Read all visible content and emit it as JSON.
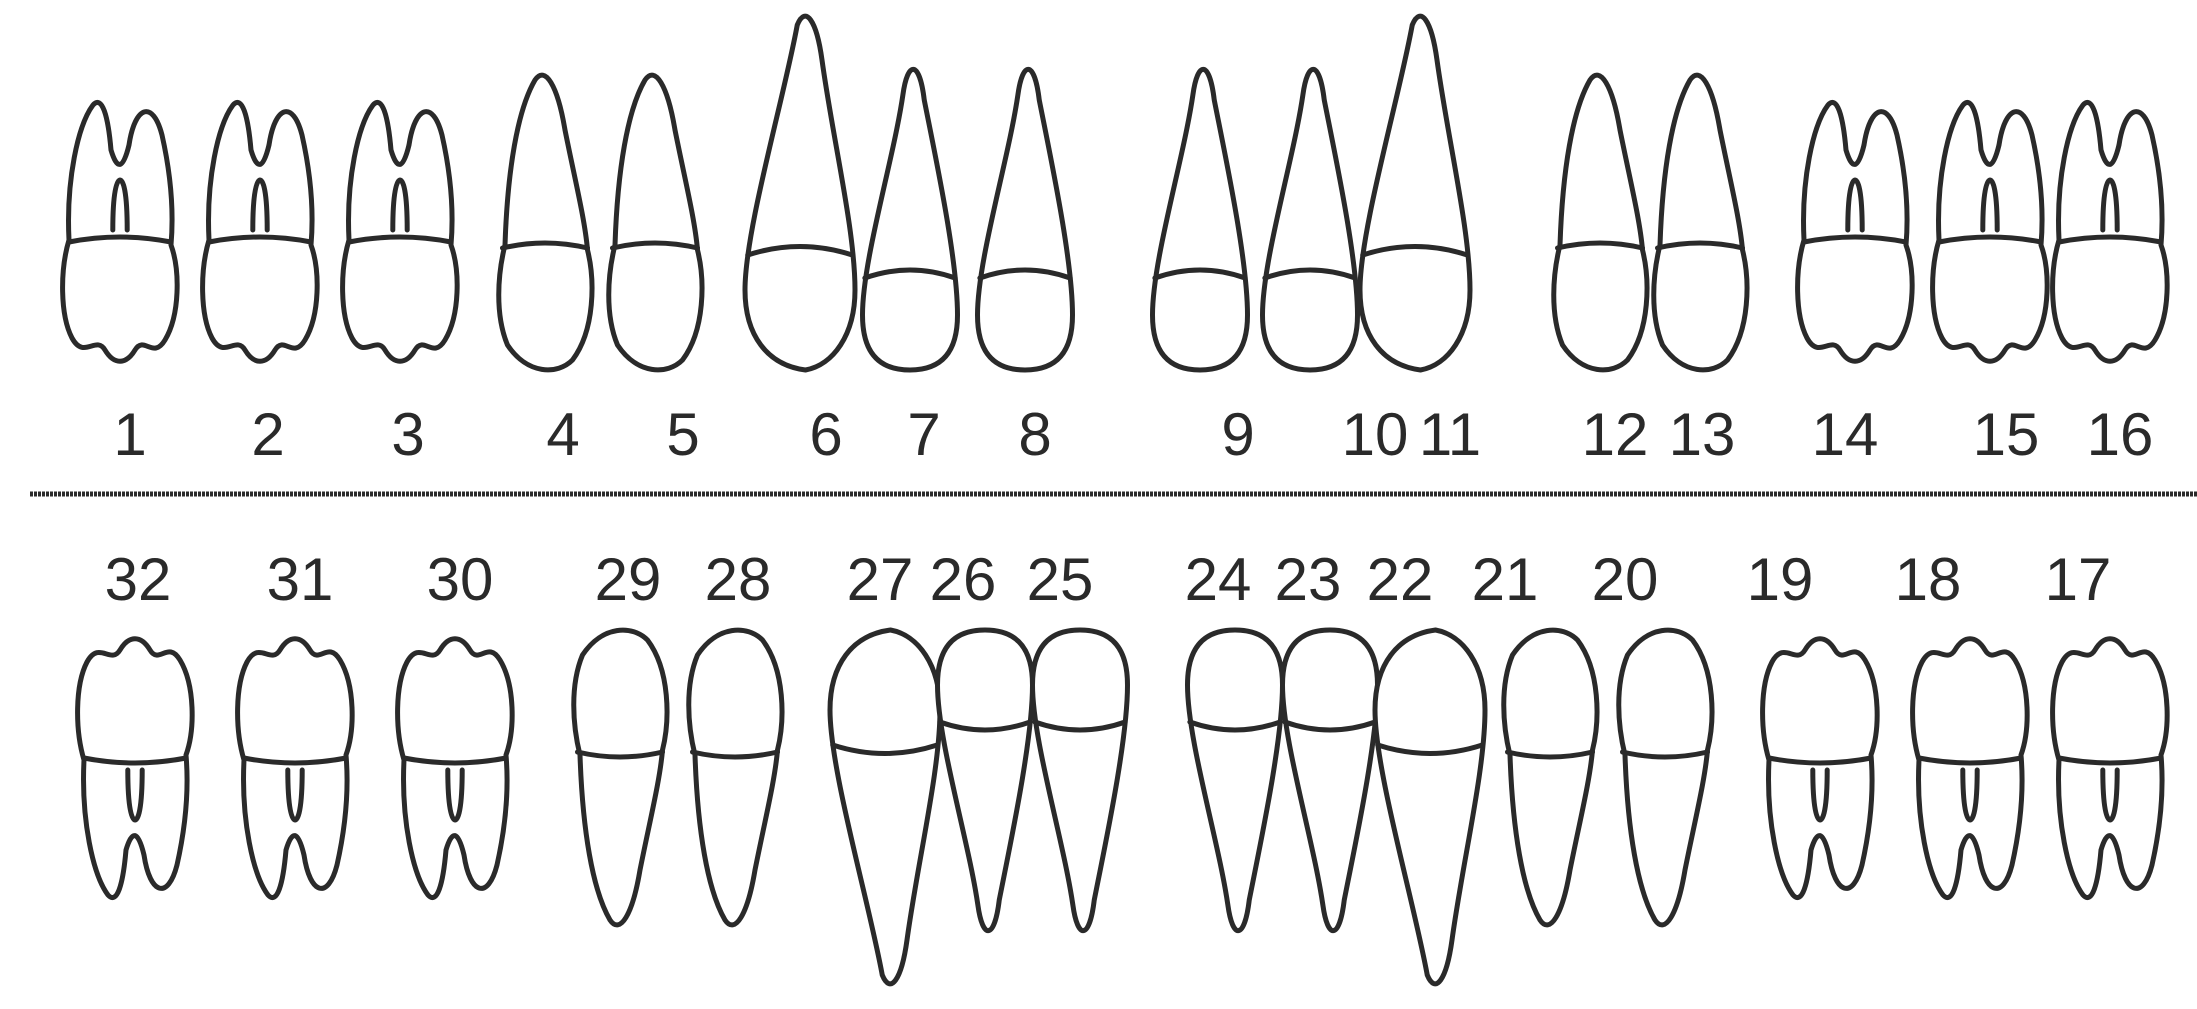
{
  "diagram": {
    "divider_color": "#2a2a2a",
    "upper_teeth": [
      {
        "number": "1",
        "type": "molar"
      },
      {
        "number": "2",
        "type": "molar"
      },
      {
        "number": "3",
        "type": "molar"
      },
      {
        "number": "4",
        "type": "premolar"
      },
      {
        "number": "5",
        "type": "premolar"
      },
      {
        "number": "6",
        "type": "canine"
      },
      {
        "number": "7",
        "type": "incisor"
      },
      {
        "number": "8",
        "type": "incisor"
      },
      {
        "number": "9",
        "type": "incisor"
      },
      {
        "number": "10",
        "type": "incisor"
      },
      {
        "number": "11",
        "type": "canine"
      },
      {
        "number": "12",
        "type": "premolar"
      },
      {
        "number": "13",
        "type": "premolar"
      },
      {
        "number": "14",
        "type": "molar"
      },
      {
        "number": "15",
        "type": "molar"
      },
      {
        "number": "16",
        "type": "molar"
      }
    ],
    "lower_teeth": [
      {
        "number": "32",
        "type": "molar"
      },
      {
        "number": "31",
        "type": "molar"
      },
      {
        "number": "30",
        "type": "molar"
      },
      {
        "number": "29",
        "type": "premolar"
      },
      {
        "number": "28",
        "type": "premolar"
      },
      {
        "number": "27",
        "type": "canine"
      },
      {
        "number": "26",
        "type": "incisor"
      },
      {
        "number": "25",
        "type": "incisor"
      },
      {
        "number": "24",
        "type": "incisor"
      },
      {
        "number": "23",
        "type": "incisor"
      },
      {
        "number": "22",
        "type": "canine"
      },
      {
        "number": "21",
        "type": "premolar"
      },
      {
        "number": "20",
        "type": "premolar"
      },
      {
        "number": "19",
        "type": "molar"
      },
      {
        "number": "18",
        "type": "molar"
      },
      {
        "number": "17",
        "type": "molar"
      }
    ]
  }
}
